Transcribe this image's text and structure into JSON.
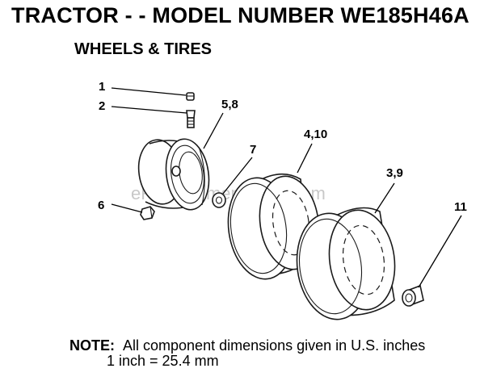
{
  "title": "TRACTOR - - MODEL NUMBER WE185H46A",
  "subtitle": "WHEELS & TIRES",
  "watermark": "eReplacementParts.com",
  "callouts": {
    "c1": "1",
    "c2": "2",
    "c58": "5,8",
    "c7": "7",
    "c410": "4,10",
    "c39": "3,9",
    "c6": "6",
    "c11": "11"
  },
  "note": {
    "label": "NOTE:",
    "line1": "All component dimensions given in U.S. inches",
    "line2": "1 inch = 25.4 mm"
  }
}
